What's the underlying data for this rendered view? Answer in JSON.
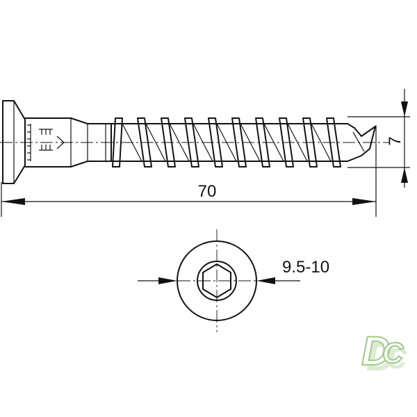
{
  "dimensions": {
    "length": "70",
    "diameter": "7",
    "head_diameter": "9.5-10"
  },
  "logo": {
    "text": "DC",
    "colors": {
      "fill": "#ffffff",
      "stroke": "#9fc98a",
      "shadow": "#dcebd2"
    }
  }
}
